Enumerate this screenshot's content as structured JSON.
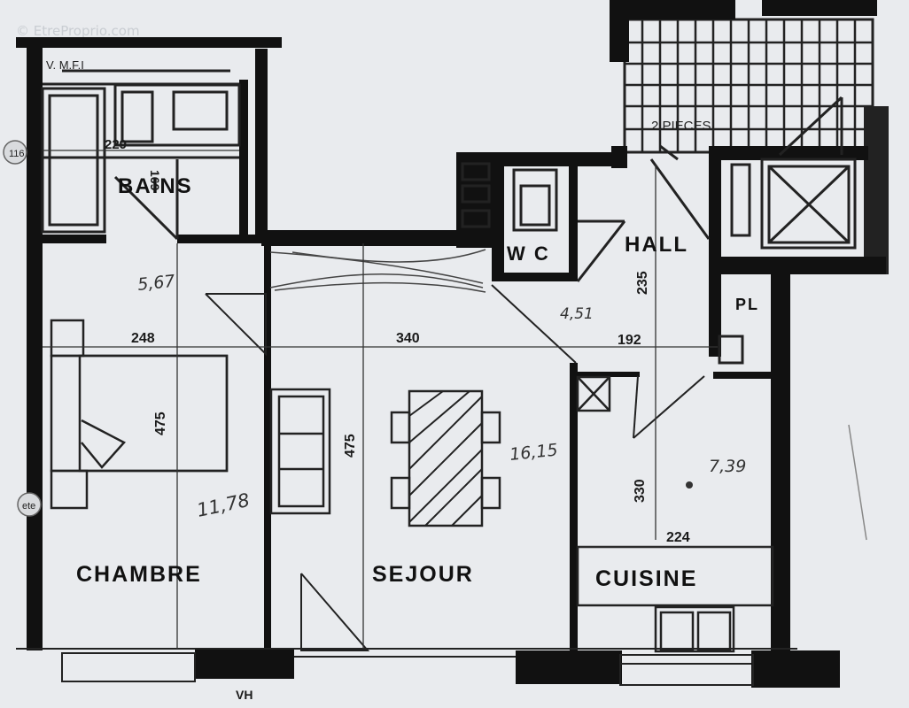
{
  "watermark": "© EtreProprio.com",
  "building_label": "2 PIECES",
  "rooms": {
    "bains": "BAINS",
    "wc": "W C",
    "hall": "HALL",
    "pl": "PL",
    "chambre": "CHAMBRE",
    "sejour": "SEJOUR",
    "cuisine": "CUISINE"
  },
  "dimensions": {
    "bains_width": "229",
    "bains_depth": "169",
    "chambre_width": "248",
    "sejour_width": "340",
    "hall_width": "192",
    "hall_depth": "235",
    "chambre_depth": "475",
    "sejour_depth": "475",
    "cuisine_depth": "330",
    "cuisine_width": "224"
  },
  "areas": {
    "chambre_hall_left": "5,67",
    "hall": "4,51",
    "sejour": "16,15",
    "chambre": "11,78",
    "cuisine": "7,39"
  },
  "notes": {
    "top_left": "V.  M.F.I",
    "bottom": "VH",
    "left_tab_1": "116",
    "left_tab_2": "ete"
  }
}
